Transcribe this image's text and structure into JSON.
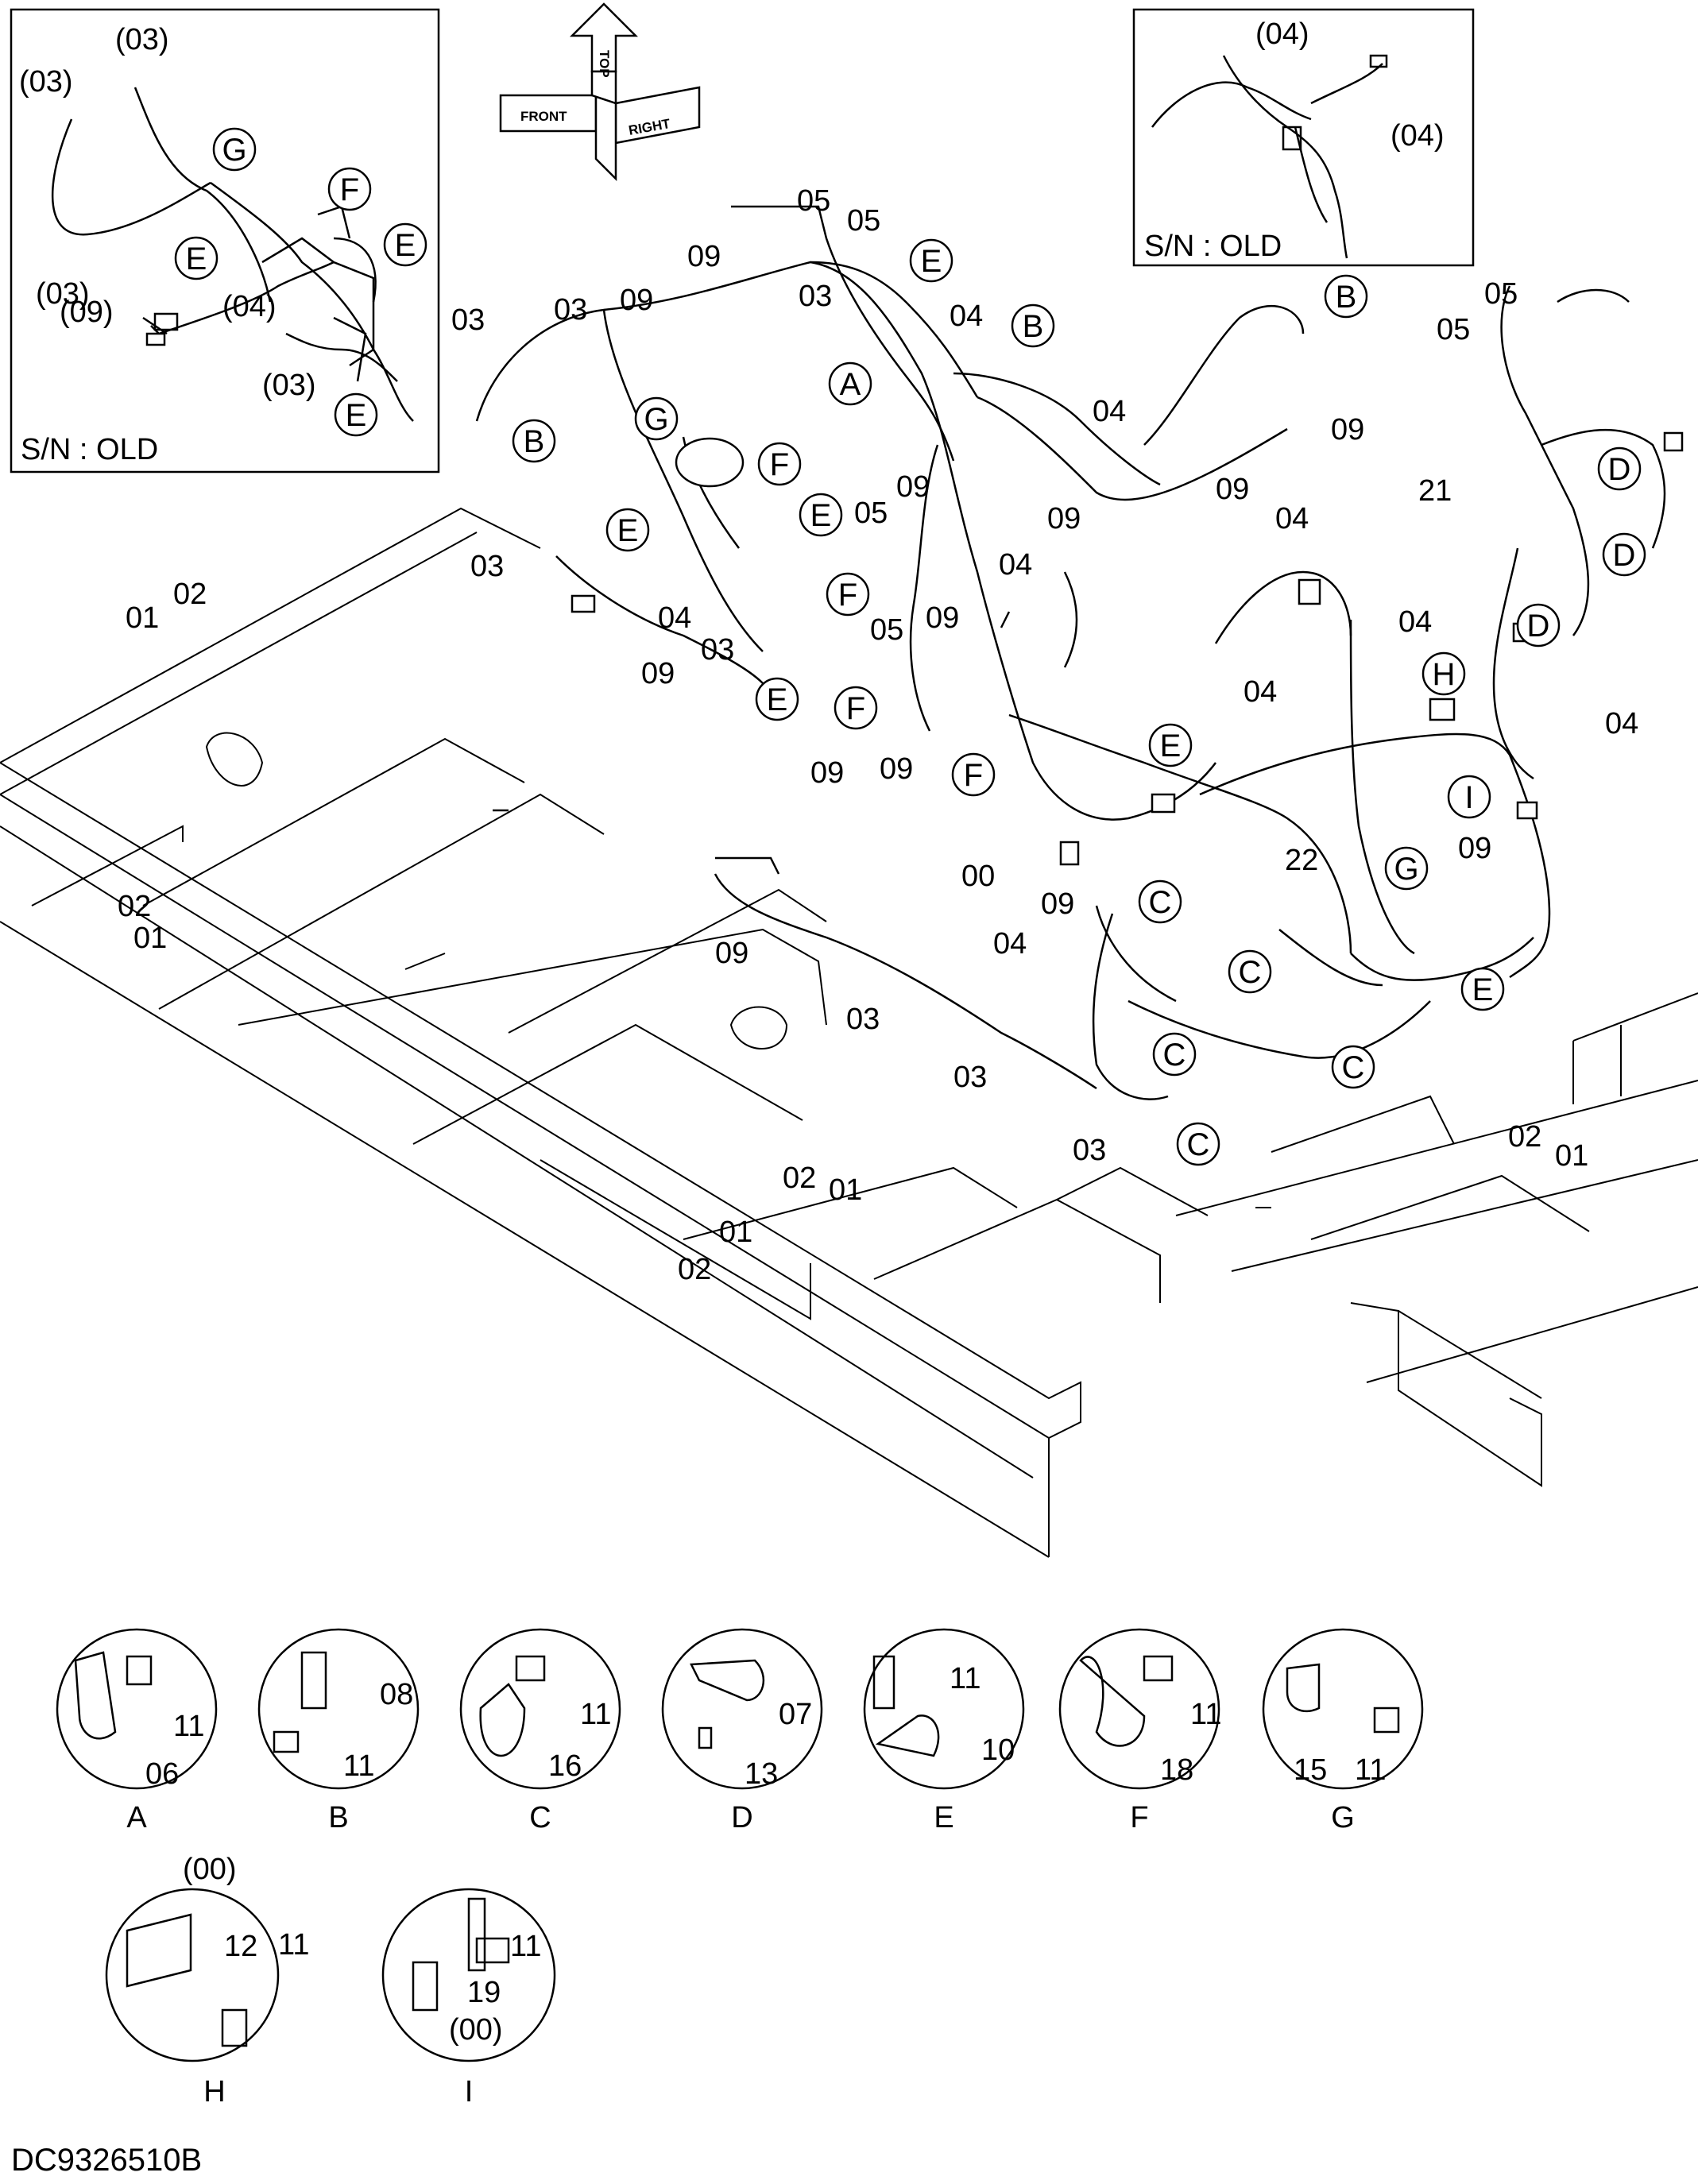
{
  "drawing_number": "DC9326510B",
  "orientation_arrows": {
    "front": "FRONT",
    "top": "TOP",
    "right": "RIGHT"
  },
  "insets": {
    "left": {
      "caption": "S/N : OLD"
    },
    "right": {
      "caption": "S/N : OLD"
    }
  },
  "callout_letters": [
    "A",
    "B",
    "C",
    "D",
    "E",
    "F",
    "G",
    "H",
    "I"
  ],
  "part_numbers": [
    "00",
    "01",
    "02",
    "03",
    "04",
    "05",
    "06",
    "07",
    "08",
    "09",
    "10",
    "11",
    "12",
    "13",
    "15",
    "16",
    "18",
    "19",
    "21",
    "22"
  ],
  "old_part_numbers": [
    "(00)",
    "(03)",
    "(04)",
    "(09)"
  ],
  "details": [
    {
      "letter": "A",
      "parts": [
        "11",
        "06"
      ]
    },
    {
      "letter": "B",
      "parts": [
        "08",
        "11"
      ]
    },
    {
      "letter": "C",
      "parts": [
        "11",
        "16"
      ]
    },
    {
      "letter": "D",
      "parts": [
        "07",
        "13"
      ]
    },
    {
      "letter": "E",
      "parts": [
        "11",
        "10"
      ]
    },
    {
      "letter": "F",
      "parts": [
        "11",
        "18"
      ]
    },
    {
      "letter": "G",
      "parts": [
        "15",
        "11"
      ]
    },
    {
      "letter": "H",
      "parts": [
        "(00)",
        "12",
        "11"
      ]
    },
    {
      "letter": "I",
      "parts": [
        "11",
        "19",
        "(00)"
      ]
    }
  ]
}
